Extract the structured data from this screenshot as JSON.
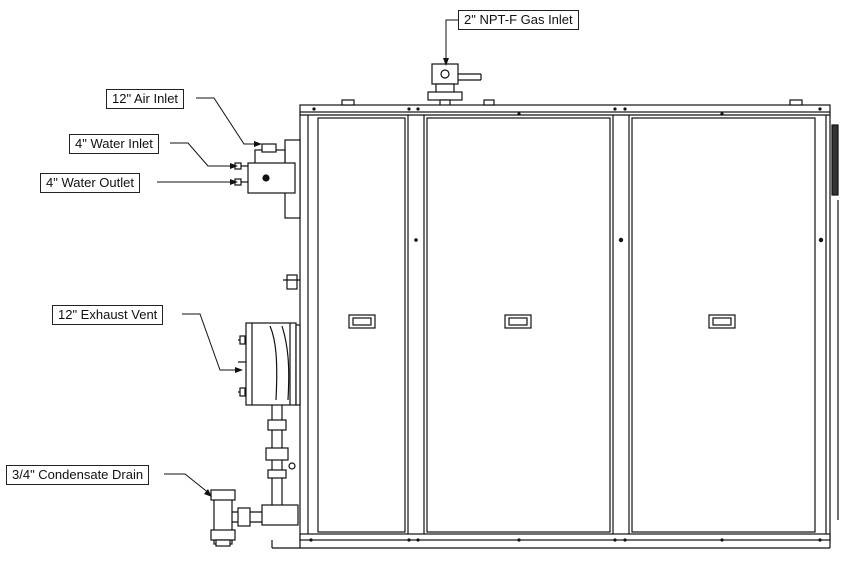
{
  "callouts": {
    "gas_inlet": "2\" NPT-F Gas Inlet",
    "air_inlet": "12\" Air Inlet",
    "water_inlet": "4\" Water Inlet",
    "water_outlet": "4\" Water Outlet",
    "exhaust_vent": "12\" Exhaust Vent",
    "condensate_drain": "3/4\" Condensate Drain"
  }
}
